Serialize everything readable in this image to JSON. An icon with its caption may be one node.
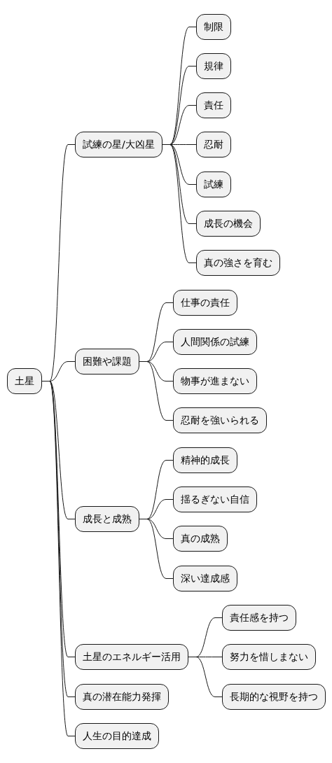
{
  "diagram": {
    "nodes": [
      {
        "text": [
          "土星"
        ]
      },
      {
        "text": [
          "試練の星/大凶星"
        ]
      },
      {
        "text": [
          "制限"
        ]
      },
      {
        "text": [
          "規律"
        ]
      },
      {
        "text": [
          "責任"
        ]
      },
      {
        "text": [
          "忍耐"
        ]
      },
      {
        "text": [
          "試練"
        ]
      },
      {
        "text": [
          "成長の機会"
        ]
      },
      {
        "text": [
          "真の強さを育む"
        ]
      },
      {
        "text": [
          "困難や課題"
        ]
      },
      {
        "text": [
          "仕事の責任"
        ]
      },
      {
        "text": [
          "人間関係の試練"
        ]
      },
      {
        "text": [
          "物事が進まない"
        ]
      },
      {
        "text": [
          "忍耐を強いられる"
        ]
      },
      {
        "text": [
          "成長と成熟"
        ]
      },
      {
        "text": [
          "精神的成長"
        ]
      },
      {
        "text": [
          "揺るぎない自信"
        ]
      },
      {
        "text": [
          "真の成熟"
        ]
      },
      {
        "text": [
          "深い達成感"
        ]
      },
      {
        "text": [
          "土星のエネルギー活用"
        ]
      },
      {
        "text": [
          "責任感を持つ"
        ]
      },
      {
        "text": [
          "努力を惜しまない"
        ]
      },
      {
        "text": [
          "長期的な視野を持つ"
        ]
      },
      {
        "text": [
          "真の潜在能力発揮"
        ]
      },
      {
        "text": [
          "人生の目的達成"
        ]
      }
    ],
    "edges": [
      {
        "from": 0,
        "to": 1,
        "arrow": "none"
      },
      {
        "from": 1,
        "to": 2,
        "arrow": "none"
      },
      {
        "from": 1,
        "to": 3,
        "arrow": "none"
      },
      {
        "from": 1,
        "to": 4,
        "arrow": "none"
      },
      {
        "from": 1,
        "to": 5,
        "arrow": "none"
      },
      {
        "from": 1,
        "to": 6,
        "arrow": "none"
      },
      {
        "from": 1,
        "to": 7,
        "arrow": "none"
      },
      {
        "from": 1,
        "to": 8,
        "arrow": "none"
      },
      {
        "from": 0,
        "to": 9,
        "arrow": "none"
      },
      {
        "from": 9,
        "to": 10,
        "arrow": "none"
      },
      {
        "from": 9,
        "to": 11,
        "arrow": "none"
      },
      {
        "from": 9,
        "to": 12,
        "arrow": "none"
      },
      {
        "from": 9,
        "to": 13,
        "arrow": "none"
      },
      {
        "from": 0,
        "to": 14,
        "arrow": "none"
      },
      {
        "from": 14,
        "to": 15,
        "arrow": "none"
      },
      {
        "from": 14,
        "to": 16,
        "arrow": "none"
      },
      {
        "from": 14,
        "to": 17,
        "arrow": "none"
      },
      {
        "from": 14,
        "to": 18,
        "arrow": "none"
      },
      {
        "from": 0,
        "to": 19,
        "arrow": "none"
      },
      {
        "from": 19,
        "to": 20,
        "arrow": "none"
      },
      {
        "from": 19,
        "to": 21,
        "arrow": "none"
      },
      {
        "from": 19,
        "to": 22,
        "arrow": "none"
      },
      {
        "from": 0,
        "to": 23,
        "arrow": "none"
      },
      {
        "from": 0,
        "to": 24,
        "arrow": "none"
      }
    ]
  }
}
